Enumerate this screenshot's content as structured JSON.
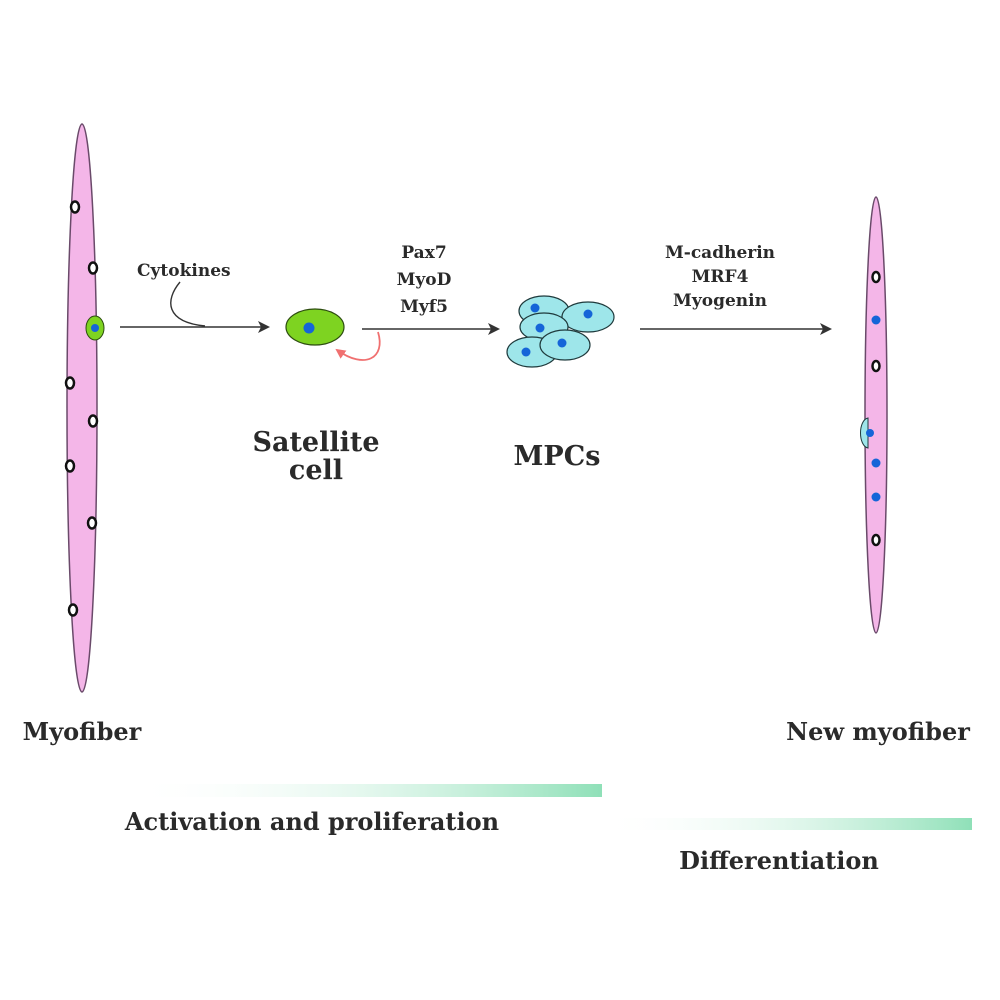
{
  "labels": {
    "cytokines": "Cytokines",
    "factors_1": [
      "Pax7",
      "MyoD",
      "Myf5"
    ],
    "factors_2": [
      "M-cadherin",
      "MRF4",
      "Myogenin"
    ],
    "satellite_line1": "Satellite",
    "satellite_line2": "cell",
    "mpcs": "MPCs",
    "myofiber": "Myofiber",
    "new_myofiber": "New myofiber",
    "activation": "Activation and proliferation",
    "differentiation": "Differentiation"
  },
  "colors": {
    "fiber_fill": "#f4b6e8",
    "fiber_stroke": "#6a4a6a",
    "satellite_fill": "#7ed321",
    "mpc_fill": "#9ee6ea",
    "nucleus_blue": "#1565d8",
    "arrow": "#333333",
    "self_renewal_arrow": "#f07070",
    "gradient_bar": "#8fe0b8"
  }
}
